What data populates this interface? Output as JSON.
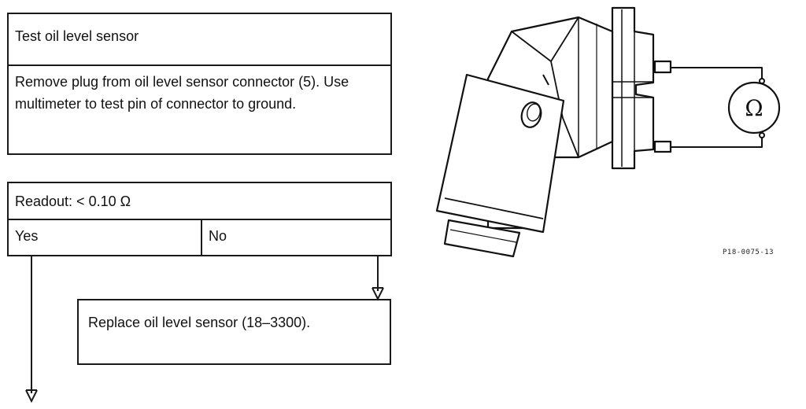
{
  "flowchart": {
    "step": {
      "title": "Test oil level sensor",
      "instruction": "Remove plug from oil level sensor connector (5). Use multimeter to test pin of connector to ground."
    },
    "check": {
      "readout": "Readout: < 0.10 Ω",
      "yes_label": "Yes",
      "no_label": "No"
    },
    "no_action": {
      "text": "Replace oil level sensor (18–3300)."
    }
  },
  "illustration": {
    "meter_symbol": "Ω",
    "figure_code": "P18-0075-13"
  }
}
